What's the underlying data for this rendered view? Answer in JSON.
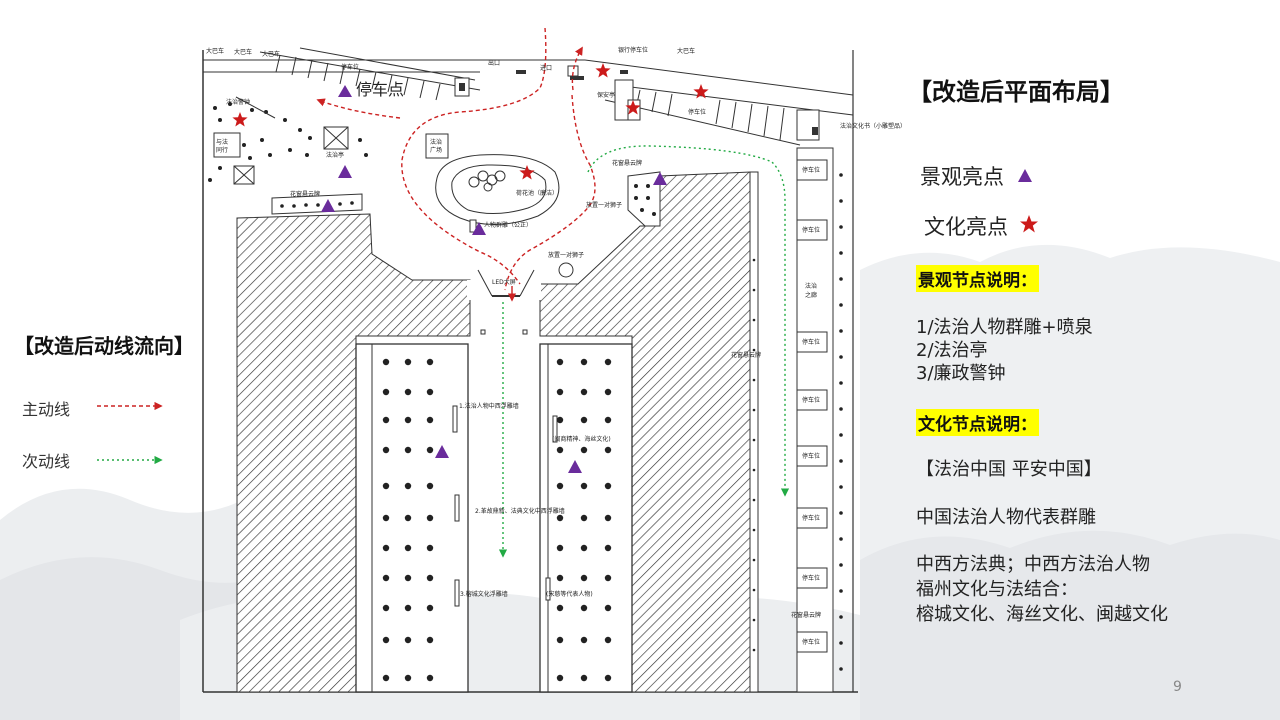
{
  "page_number": "9",
  "left_panel": {
    "title": "【改造后动线流向】",
    "legend": [
      {
        "label": "主动线",
        "color": "#cc2222",
        "style": "dashed-arrow"
      },
      {
        "label": "次动线",
        "color": "#22aa44",
        "style": "dotted-arrow"
      }
    ]
  },
  "right_panel": {
    "title": "【改造后平面布局】",
    "keys": [
      {
        "label": "景观亮点",
        "symbol": "triangle",
        "color": "#6a2c9c"
      },
      {
        "label": "文化亮点",
        "symbol": "star",
        "color": "#cc1a1a"
      }
    ],
    "landscape_heading": "景观节点说明：",
    "landscape_items": [
      "1/法治人物群雕+喷泉",
      "2/法治亭",
      "3/廉政警钟"
    ],
    "culture_heading": "文化节点说明：",
    "culture_lines": [
      "【法治中国 平安中国】",
      "中国法治人物代表群雕",
      "中西方法典；中西方法治人物",
      "福州文化与法结合：",
      "榕城文化、海丝文化、闽越文化"
    ]
  },
  "plan_labels": {
    "parking_point": "停车点",
    "bus_a": "大巴车",
    "bus_b": "大巴车",
    "top_left_cut": "大巴车",
    "park_top": "停车位",
    "exit": "出口",
    "entrance": "进口",
    "guard": "保安亭",
    "bank": "银行停车位",
    "park_right_top": "停车位",
    "law_book": "法治文化书（小雕塑品）",
    "warning_bell": "法治警钟",
    "law_pavilion": "法治亭",
    "with_law": "与法同行",
    "law_square": "法治广场",
    "lotus_pond": "荷花池（廉洁）",
    "statue": "人物群雕（公正）",
    "flower_cloud_left": "花窗悬云牌",
    "flower_cloud_right": "花窗悬云牌",
    "lions_right": "放置一对狮子",
    "lions_center": "放置一对狮子",
    "led": "LED大屏",
    "wall1": "1.法治人物中西浮雕墙",
    "wall_hm": "(闽商精神、海丝文化)",
    "wall2": "2.革故鼎新、法典文化中西浮雕墙",
    "wall3": "3.榕城文化浮雕墙",
    "wall_people": "(宋慈等代表人物)",
    "law_corridor": "法治之廊",
    "flower_cloud_mid": "花窗悬云牌",
    "flower_cloud_bottom": "花窗悬云牌",
    "stall": "停车位",
    "bus_top": "大巴车"
  },
  "colors": {
    "main_line": "#cc2222",
    "secondary_line": "#22aa44",
    "triangle": "#6a2c9c",
    "star": "#cc1a1a",
    "highlight": "#ffff00"
  }
}
